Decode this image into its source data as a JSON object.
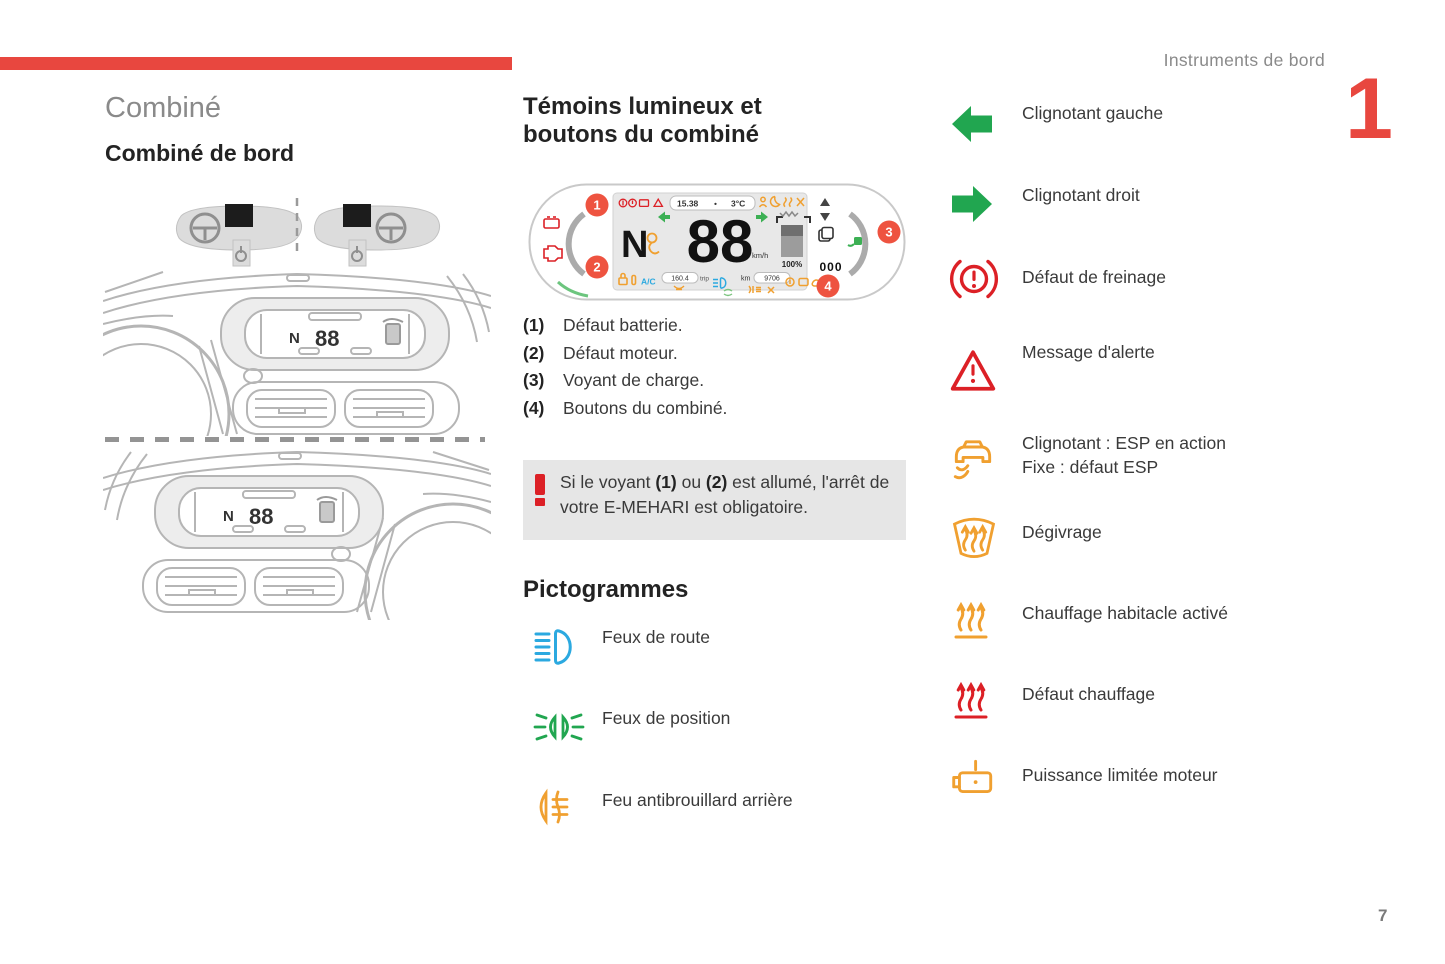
{
  "page": {
    "header": "Instruments de bord",
    "chapter_number": "1",
    "page_number": "7",
    "accent_color": "#e8473f"
  },
  "colors": {
    "green": "#21a650",
    "red": "#dc2026",
    "orange": "#f0a030",
    "blue": "#2ba9e0",
    "callout": "#ee5340",
    "gray_heading": "#8a8a8a",
    "warning_box_bg": "#e6e6e6"
  },
  "left": {
    "title": "Combiné",
    "subtitle": "Combiné de bord",
    "mini_display_gear": "N",
    "mini_display_speed": "88"
  },
  "middle": {
    "title_line1": "Témoins lumineux et",
    "title_line2": "boutons du combiné",
    "legend": [
      {
        "num": "(1)",
        "text": "Défaut batterie."
      },
      {
        "num": "(2)",
        "text": "Défaut moteur."
      },
      {
        "num": "(3)",
        "text": "Voyant de charge."
      },
      {
        "num": "(4)",
        "text": "Boutons du combiné."
      }
    ],
    "warning_segments": [
      {
        "text": "Si le voyant ",
        "bold": false
      },
      {
        "text": "(1)",
        "bold": true
      },
      {
        "text": " ou ",
        "bold": false
      },
      {
        "text": "(2)",
        "bold": true
      },
      {
        "text": " est allumé, l'arrêt de votre E-MEHARI est obligatoire.",
        "bold": false
      }
    ],
    "picto_title": "Pictogrammes",
    "pictos": [
      {
        "icon": "high-beam",
        "label": "Feux de route"
      },
      {
        "icon": "position-lights",
        "label": "Feux de position"
      },
      {
        "icon": "rear-fog",
        "label": "Feu antibrouillard arrière"
      }
    ]
  },
  "cluster": {
    "time": "15.38",
    "separator": "•",
    "temperature": "3°C",
    "gear": "N",
    "speed": "88",
    "speed_unit": "km/h",
    "battery_level": "100%",
    "trip_value": "160.4",
    "trip_label": "trip",
    "odo_label": "km",
    "odo_value": "9706",
    "buttons_value": "000",
    "ac_label": "A/C",
    "callouts": [
      "1",
      "2",
      "3",
      "4"
    ]
  },
  "right_items": [
    {
      "icon": "turn-left-arrow",
      "label": "Clignotant gauche"
    },
    {
      "icon": "turn-right-arrow",
      "label": "Clignotant droit"
    },
    {
      "icon": "brake-fault",
      "label": "Défaut de freinage"
    },
    {
      "icon": "warning-triangle",
      "label": "Message d'alerte"
    },
    {
      "icon": "esp",
      "label": "Clignotant : ESP en action",
      "label2": "Fixe : défaut ESP"
    },
    {
      "icon": "defrost",
      "label": "Dégivrage"
    },
    {
      "icon": "cabin-heating",
      "label": "Chauffage habitacle activé"
    },
    {
      "icon": "heating-fault",
      "label": "Défaut chauffage"
    },
    {
      "icon": "limited-power",
      "label": "Puissance limitée moteur"
    }
  ]
}
